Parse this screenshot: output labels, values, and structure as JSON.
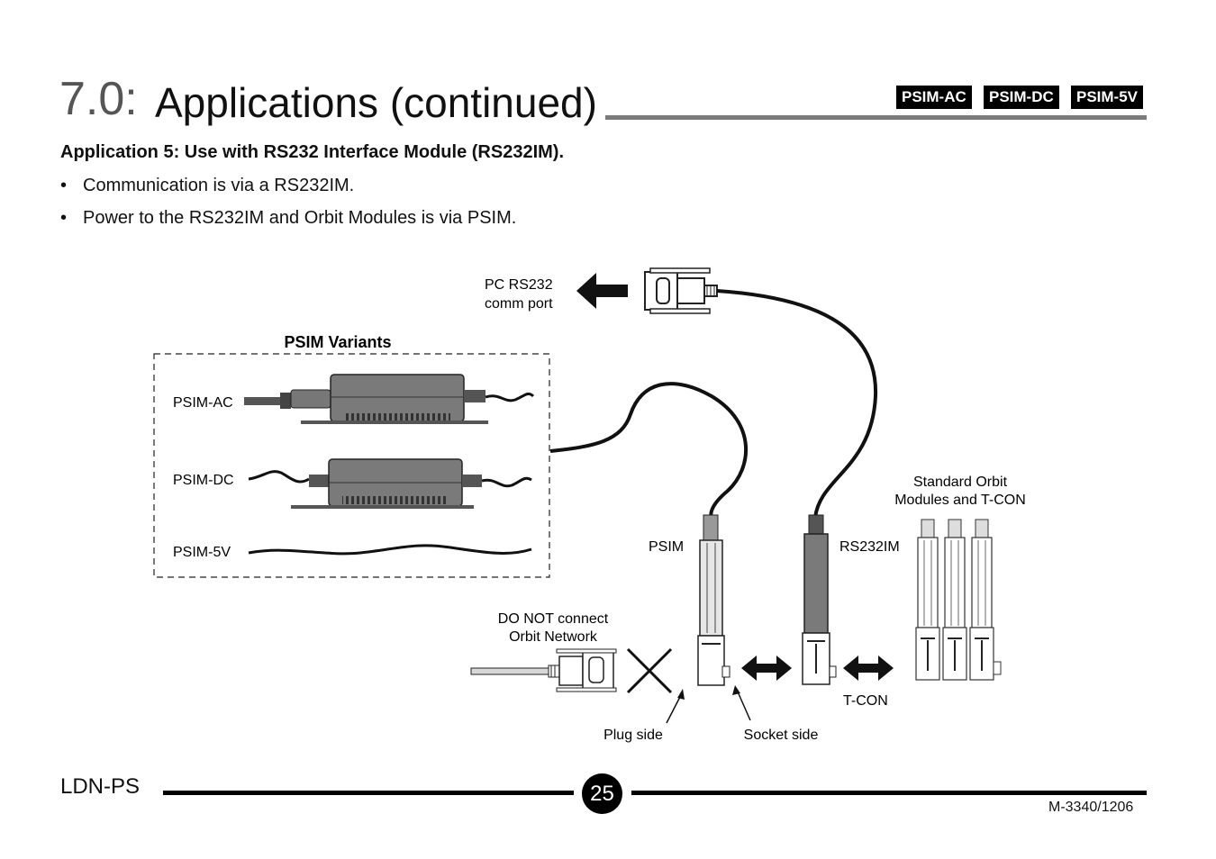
{
  "header": {
    "section_number": "7.0:",
    "title": "Applications (continued)",
    "badges": [
      "PSIM-AC",
      "PSIM-DC",
      "PSIM-5V"
    ]
  },
  "content": {
    "subheading": "Application 5: Use with RS232 Interface Module (RS232IM).",
    "bullets": [
      "Communication is via a RS232IM.",
      "Power to the RS232IM and Orbit Modules is via PSIM."
    ],
    "bullet_char": "•"
  },
  "diagram": {
    "pc_port_label_1": "PC RS232",
    "pc_port_label_2": "comm port",
    "variants_title": "PSIM Variants",
    "variant_ac": "PSIM-AC",
    "variant_dc": "PSIM-DC",
    "variant_5v": "PSIM-5V",
    "psim_label": "PSIM",
    "rs232im_label": "RS232IM",
    "orbit_label_1": "Standard Orbit",
    "orbit_label_2": "Modules and T-CON",
    "do_not_1": "DO NOT connect",
    "do_not_2": "Orbit Network",
    "tcon_label": "T-CON",
    "plug_side": "Plug side",
    "socket_side": "Socket side"
  },
  "footer": {
    "product": "LDN-PS",
    "page_number": "25",
    "doc_code": "M-3340/1206"
  }
}
